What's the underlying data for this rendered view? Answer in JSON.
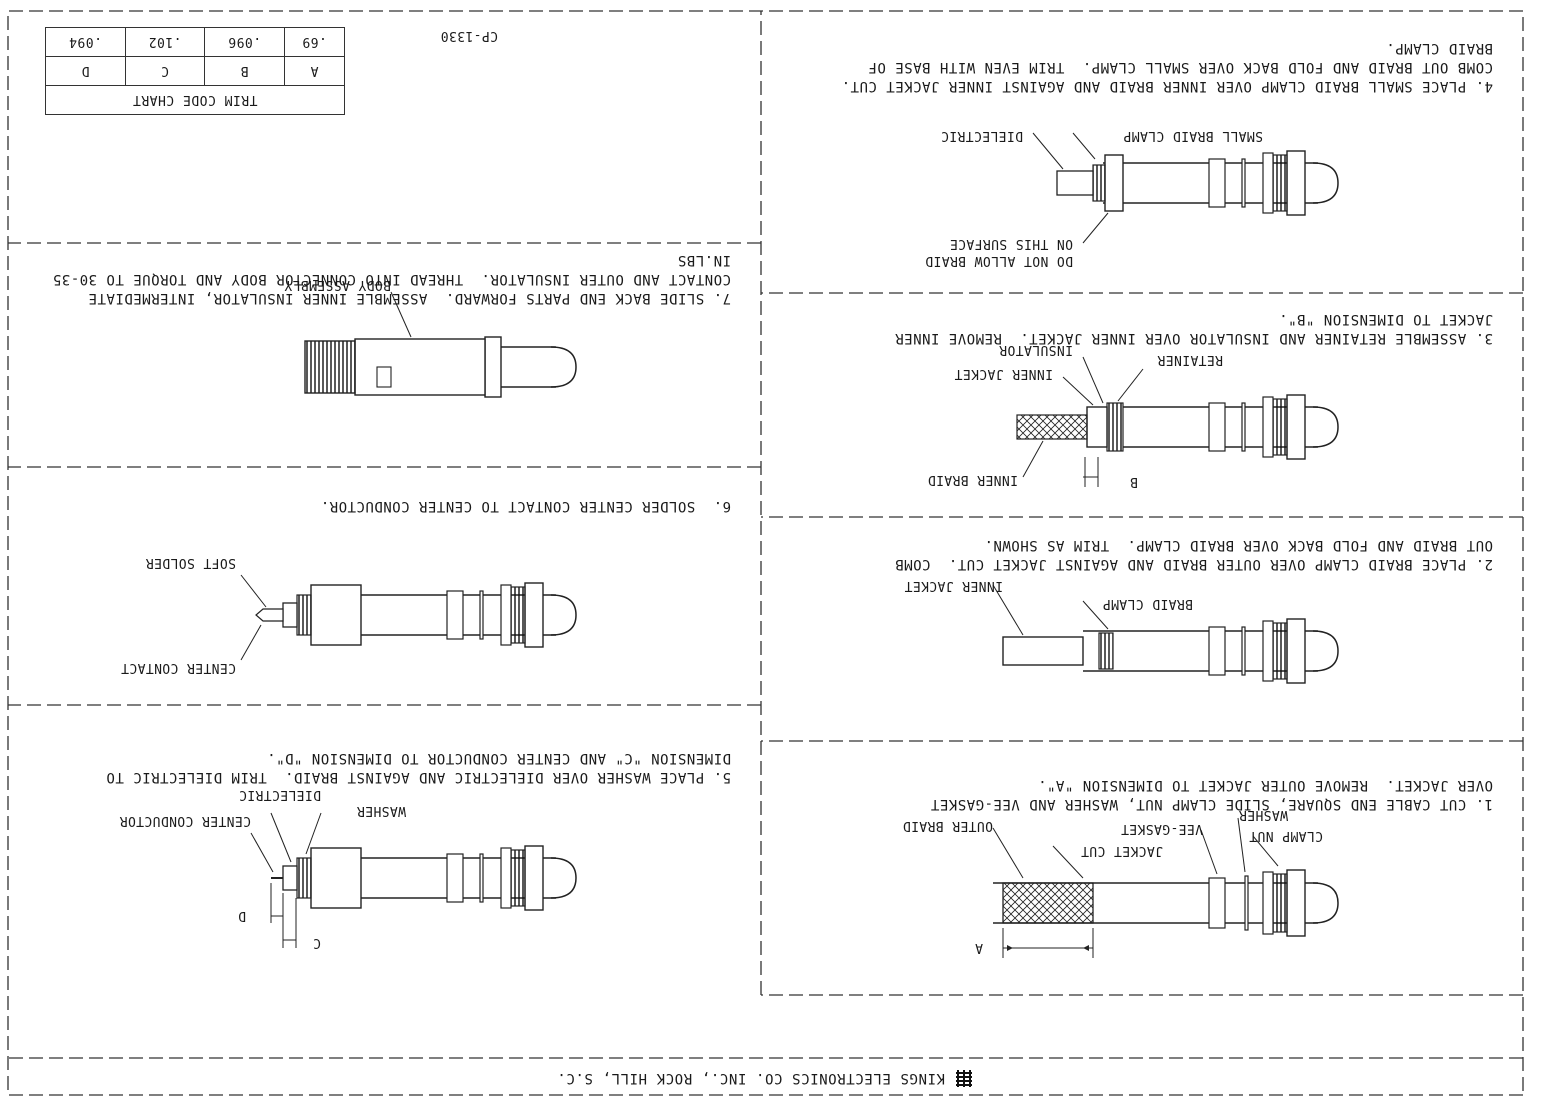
{
  "footer": {
    "company": "KINGS ELECTRONICS CO. INC., ROCK HILL, S.C."
  },
  "doc_id": "CP-1330",
  "trim_chart": {
    "title": "TRIM CODE CHART",
    "headers": [
      "A",
      "B",
      "C",
      "D"
    ],
    "values": [
      ".69",
      ".096",
      ".102",
      ".094"
    ]
  },
  "steps": [
    {
      "id": 1,
      "text": "1. CUT CABLE END SQUARE, SLIDE CLAMP NUT, WASHER AND VEE-GASKET OVER JACKET.  REMOVE OUTER JACKET TO DIMENSION \"A\".",
      "labels": {
        "clamp_nut": "CLAMP NUT",
        "washer": "WASHER",
        "vee_gasket": "VEE-GASKET",
        "jacket_cut": "JACKET CUT",
        "outer_braid": "OUTER BRAID",
        "dim": "A"
      }
    },
    {
      "id": 2,
      "text": "2. PLACE BRAID CLAMP OVER OUTER BRAID AND AGAINST JACKET CUT.  COMB OUT BRAID AND FOLD BACK OVER BRAID CLAMP.  TRIM AS SHOWN.",
      "labels": {
        "braid_clamp": "BRAID CLAMP",
        "inner_jacket": "INNER JACKET"
      }
    },
    {
      "id": 3,
      "text": "3. ASSEMBLE RETAINER AND INSULATOR OVER INNER JACKET.  REMOVE INNER JACKET TO DIMENSION \"B\".",
      "labels": {
        "retainer": "RETAINER",
        "insulator": "INSULATOR",
        "inner_jacket": "INNER JACKET",
        "inner_braid": "INNER BRAID",
        "dim": "B"
      }
    },
    {
      "id": 4,
      "text": "4. PLACE SMALL BRAID CLAMP OVER INNER BRAID AND AGAINST INNER JACKET CUT.  COMB OUT BRAID AND FOLD BACK OVER SMALL CLAMP.  TRIM EVEN WITH BASE OF BRAID CLAMP.",
      "labels": {
        "small_braid_clamp": "SMALL BRAID CLAMP",
        "dielectric": "DIELECTRIC",
        "do_not_allow_1": "DO NOT ALLOW BRAID",
        "do_not_allow_2": "ON THIS SURFACE"
      }
    },
    {
      "id": 5,
      "text": "5. PLACE WASHER OVER DIELECTRIC AND AGAINST BRAID.  TRIM DIELECTRIC TO DIMENSION \"C\" AND CENTER CONDUCTOR TO DIMENSION \"D\".",
      "labels": {
        "washer": "WASHER",
        "dielectric": "DIELECTRIC",
        "center_conductor": "CENTER CONDUCTOR",
        "dim_c": "C",
        "dim_d": "D"
      }
    },
    {
      "id": 6,
      "text": "6.  SOLDER CENTER CONTACT TO CENTER CONDUCTOR.",
      "labels": {
        "center_contact": "CENTER CONTACT",
        "soft_solder": "SOFT SOLDER"
      }
    },
    {
      "id": 7,
      "text": "7. SLIDE BACK END PARTS FORWARD.  ASSEMBLE INNER INSULATOR, INTERMEDIATE CONTACT AND OUTER INSULATOR.  THREAD INTO CONNECTOR BODY AND TORQUE TO 30-35 IN.LBS",
      "labels": {
        "body_assembly": "BODY ASSEMBLY"
      }
    }
  ]
}
